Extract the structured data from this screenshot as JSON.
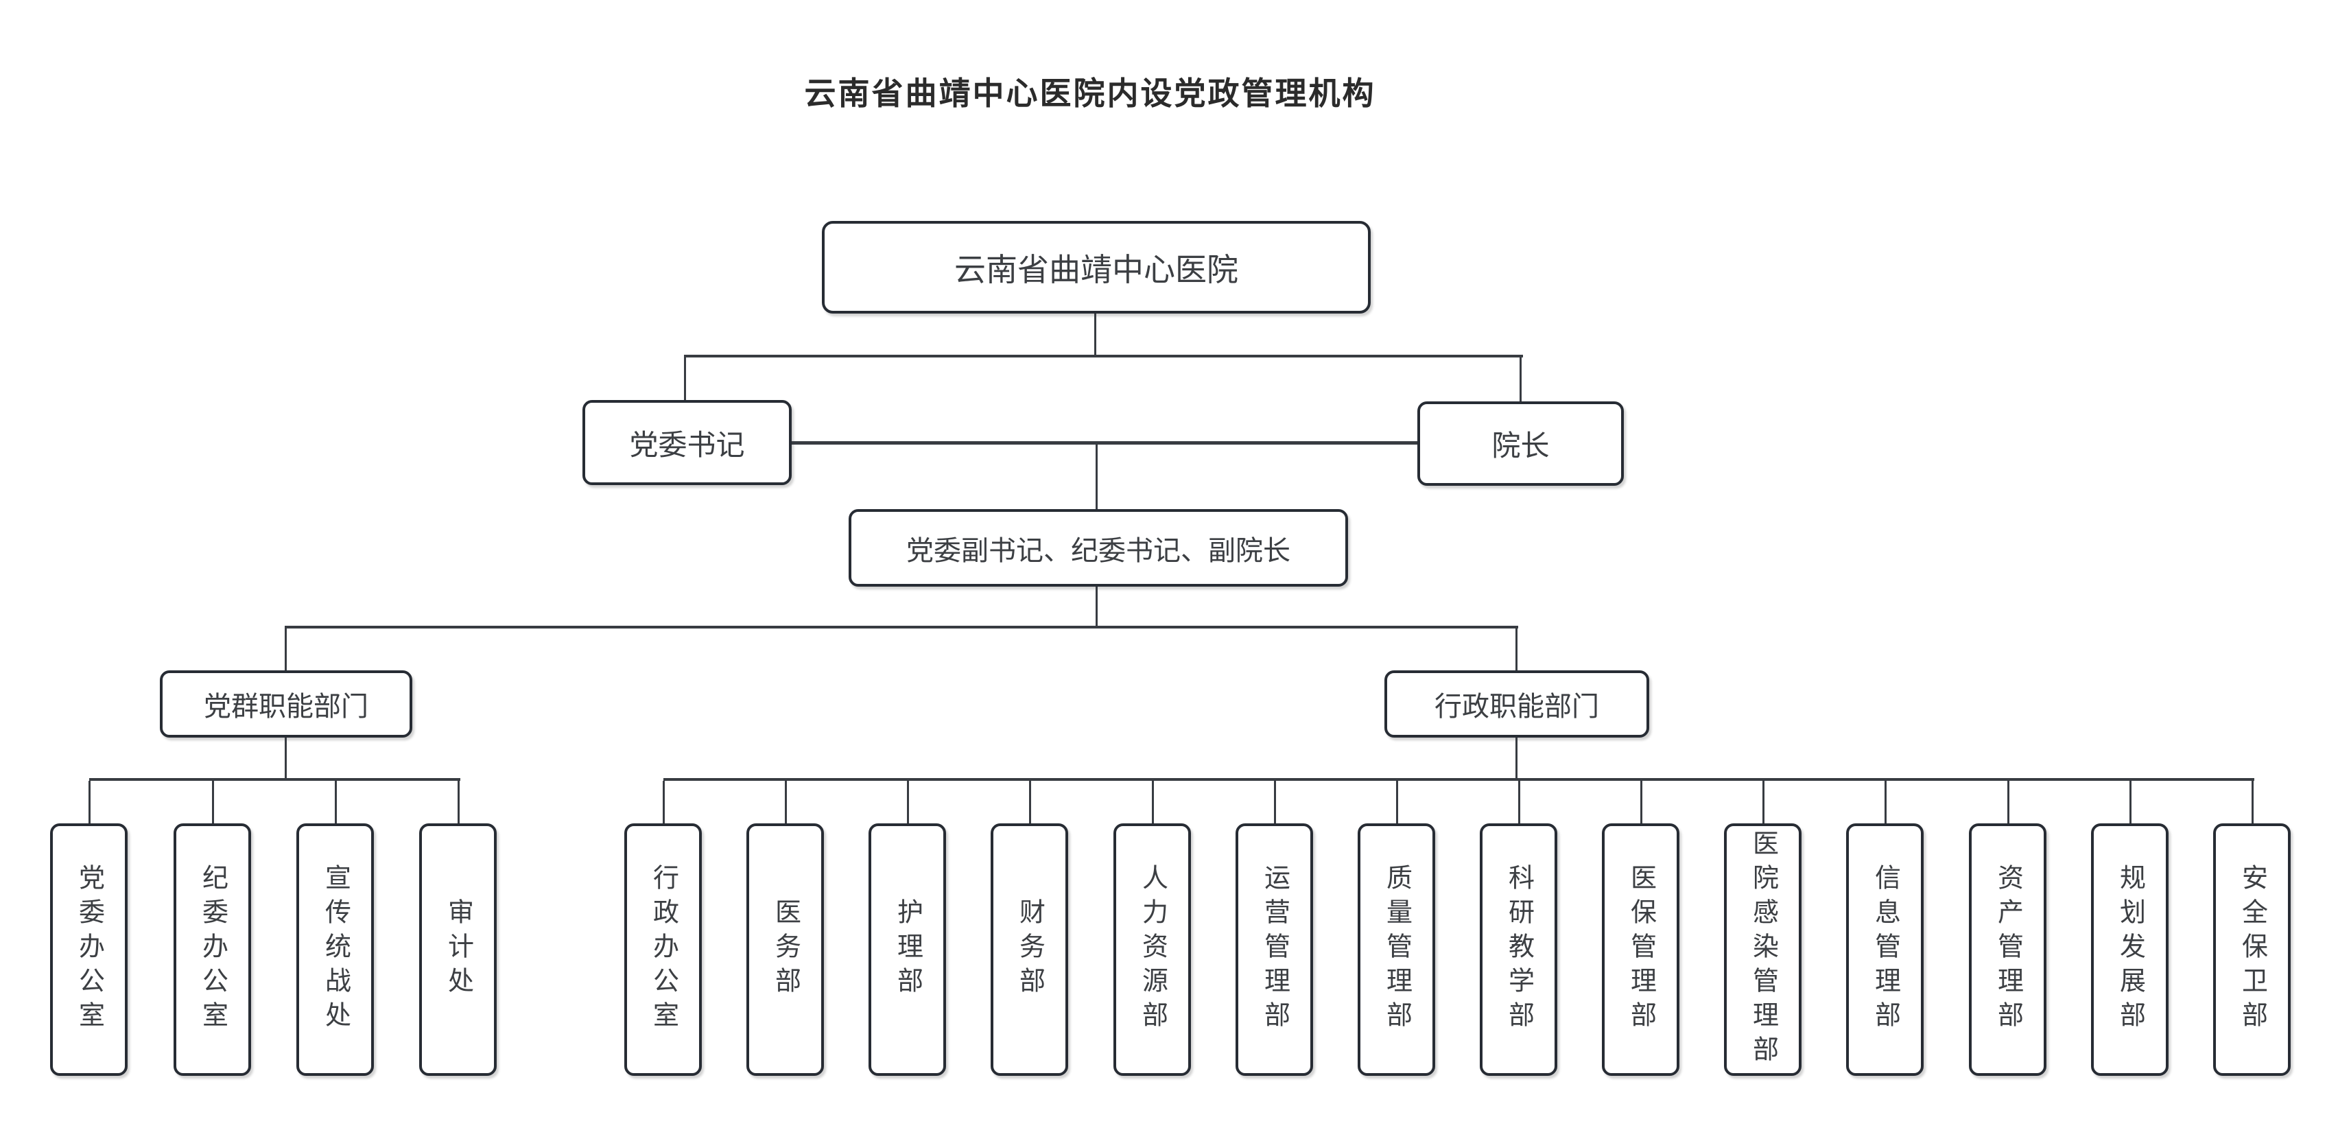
{
  "title": "云南省曲靖中心医院内设党政管理机构",
  "org": {
    "root": "云南省曲靖中心医院",
    "leaders": [
      {
        "label": "党委书记"
      },
      {
        "label": "院长"
      }
    ],
    "deputy": "党委副书记、纪委书记、副院长",
    "groups": [
      {
        "label": "党群职能部门",
        "departments": [
          "党委办公室",
          "纪委办公室",
          "宣传统战处",
          "审计处"
        ]
      },
      {
        "label": "行政职能部门",
        "departments": [
          "行政办公室",
          "医务部",
          "护理部",
          "财务部",
          "人力资源部",
          "运营管理部",
          "质量管理部",
          "科研教学部",
          "医保管理部",
          "医院感染管理部",
          "信息管理部",
          "资产管理部",
          "规划发展部",
          "安全保卫部"
        ]
      }
    ]
  },
  "colors": {
    "background": "#ffffff",
    "box_border": "#272c34",
    "connector_line": "#383c42",
    "box_text": "#3c3f43",
    "title_text": "#2b2b2b"
  }
}
